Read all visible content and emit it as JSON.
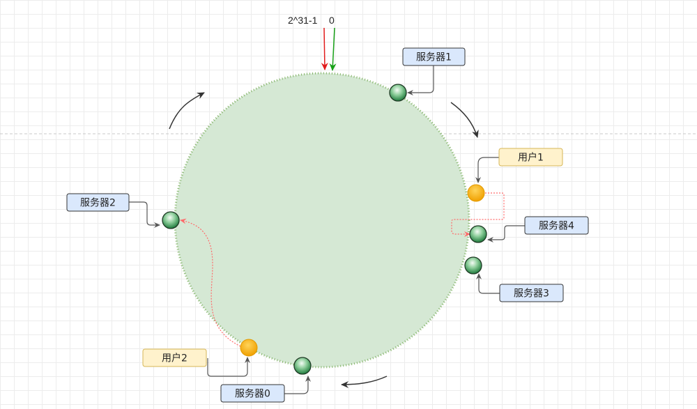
{
  "top_labels": {
    "max_value": "2^31-1",
    "zero": "0"
  },
  "servers": [
    {
      "label": "服务器0"
    },
    {
      "label": "服务器1"
    },
    {
      "label": "服务器2"
    },
    {
      "label": "服务器3"
    },
    {
      "label": "服务器4"
    }
  ],
  "users": [
    {
      "label": "用户1"
    },
    {
      "label": "用户2"
    }
  ],
  "colors": {
    "ring_fill": "#d5e8d4",
    "ring_border": "#82b366",
    "server_box_fill": "#dae8fc",
    "server_box_border": "#333333",
    "user_box_fill": "#fff2cc",
    "user_box_border": "#d6b656",
    "server_node_light": "#e8f5ea",
    "server_node_dark": "#1e7a3c",
    "user_node": "#f5a800",
    "mapping_arrow": "#ff6b6b",
    "max_arrow": "#e11b1b",
    "zero_arrow": "#16a016"
  }
}
